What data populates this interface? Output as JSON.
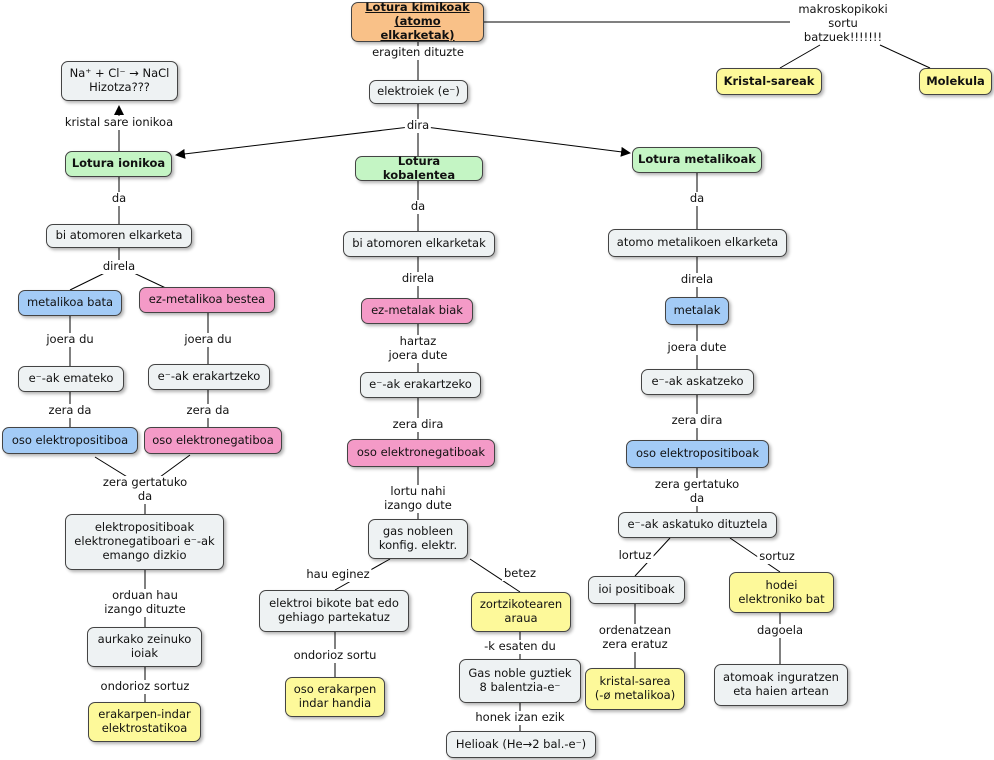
{
  "nodes": {
    "root": "Lotura kimikoak\n(atomo elkarketak)",
    "kristal_sareak": "Kristal-sareak",
    "molekula": "Molekula",
    "nacl": "Na⁺ + Cl⁻ → NaCl\nHizotza???",
    "elektroiek": "elektroiek (e⁻)",
    "lotura_ionikoa": "Lotura ionikoa",
    "lotura_kobalentea": "Lotura kobalentea",
    "lotura_metalikoak": "Lotura metalikoak",
    "bi_atomoren_ion": "bi atomoren elkarketa",
    "bi_atomoren_kob": "bi atomoren elkarketak",
    "atomo_metalikoen": "atomo metalikoen elkarketa",
    "metalikoa_bata": "metalikoa bata",
    "ez_metalikoa_bestea": "ez-metalikoa bestea",
    "ez_metalak_biak": "ez-metalak biak",
    "metalak": "metalak",
    "e_ematekoa": "e⁻-ak emateko",
    "e_erakartzeko_ion": "e⁻-ak erakartzeko",
    "e_erakartzeko_kob": "e⁻-ak erakartzeko",
    "e_askatzeko": "e⁻-ak askatzeko",
    "oso_elektropositiboa": "oso elektropositiboa",
    "oso_elektronegatiboa": "oso elektronegatiboa",
    "oso_elektronegatiboak": "oso elektronegatiboak",
    "oso_elektropositiboak": "oso elektropositiboak",
    "elektropositiboak_ematen": "elektropositiboak\nelektronegatiboari e⁻-ak\nemango dizkio",
    "gas_nobleen": "gas nobleen\nkonfig. elektr.",
    "e_askatuko": "e⁻-ak askatuko dituztela",
    "aurkako_ioiak": "aurkako zeinuko\nioiak",
    "elektroi_bikote": "elektroi bikote bat edo\ngehiago partekatuz",
    "zortzikotearen": "zortzikotearen\naraua",
    "ioi_positiboak": "ioi positiboak",
    "hodei_elektroniko": "hodei\nelektroniko bat",
    "erakarpen_indar": "erakarpen-indar\nelektrostatikoa",
    "oso_erakarpen": "oso erakarpen\nindar handia",
    "gas_noble_guztiek": "Gas noble guztiek\n8 balentzia-e⁻",
    "helioak": "Helioak (He→2 bal.-e⁻)",
    "kristal_sarea": "kristal-sarea\n(-ø metalikoa)",
    "atomoak_inguratzen": "atomoak inguratzen\neta haien artean"
  },
  "links": {
    "makroskopikoki": "makroskopikoki\nsortu\nbatzuek!!!!!!!",
    "eragiten": "eragiten dituzte",
    "dira": "dira",
    "kristal_sare_ionikoa": "kristal sare ionikoa",
    "da_ion": "da",
    "da_kob": "da",
    "da_met": "da",
    "direla_ion": "direla",
    "direla_kob": "direla",
    "direla_met": "direla",
    "joera_du_1": "joera du",
    "joera_du_2": "joera du",
    "hartaz": "hartaz\njoera dute",
    "joera_dute": "joera dute",
    "zera_da_1": "zera da",
    "zera_da_2": "zera da",
    "zera_dira_kob": "zera dira",
    "zera_dira_met": "zera dira",
    "zera_gertatuko_ion": "zera gertatuko\nda",
    "lortu_nahi": "lortu nahi\nizango dute",
    "zera_gertatuko_met": "zera gertatuko\nda",
    "orduan_hau": "orduan hau\nizango dituzte",
    "ondorioz_sortuz": "ondorioz sortuz",
    "hau_eginez": "hau eginez",
    "ondorioz_sortu": "ondorioz sortu",
    "betez": "betez",
    "k_esaten_du": "-k esaten du",
    "honek_izan_ezik": "honek izan ezik",
    "lortuz": "lortuz",
    "ordenatzean": "ordenatzean\nzera eratuz",
    "sortuz": "sortuz",
    "dagoela": "dagoela"
  }
}
